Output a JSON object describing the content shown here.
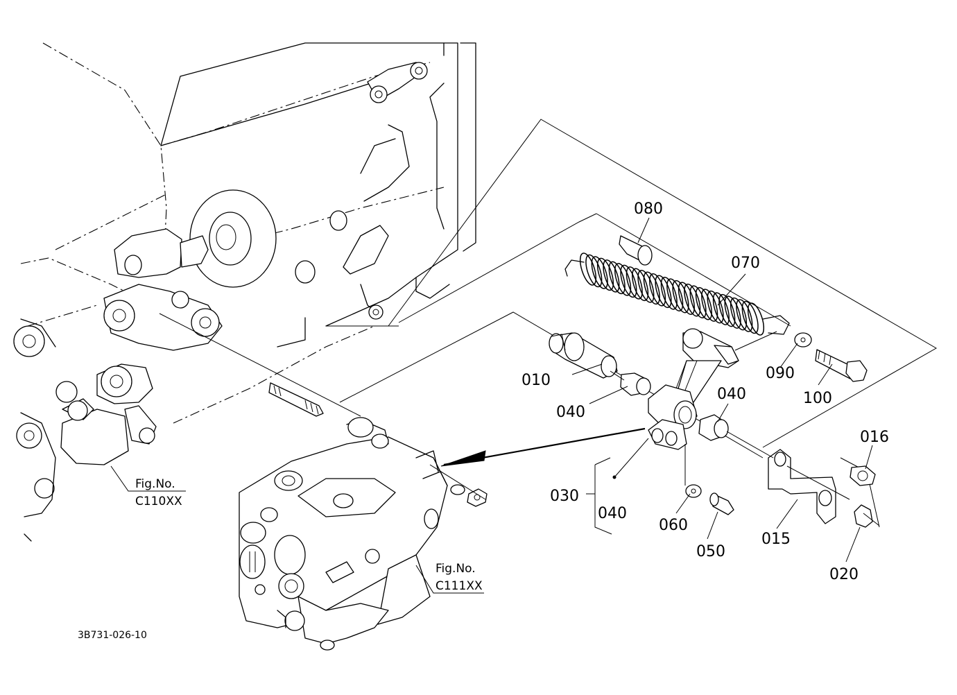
{
  "drawing_code": "3B731-026-10",
  "parts": [
    {
      "id": "part-080",
      "label": "080"
    },
    {
      "id": "part-070",
      "label": "070"
    },
    {
      "id": "part-010",
      "label": "010"
    },
    {
      "id": "part-040a",
      "label": "040"
    },
    {
      "id": "part-040b",
      "label": "040"
    },
    {
      "id": "part-090",
      "label": "090"
    },
    {
      "id": "part-100",
      "label": "100"
    },
    {
      "id": "part-016",
      "label": "016"
    },
    {
      "id": "part-030",
      "label": "030"
    },
    {
      "id": "part-040c",
      "label": "040"
    },
    {
      "id": "part-060",
      "label": "060"
    },
    {
      "id": "part-050",
      "label": "050"
    },
    {
      "id": "part-015",
      "label": "015"
    },
    {
      "id": "part-020",
      "label": "020"
    }
  ],
  "references": [
    {
      "id": "ref-c110",
      "title": "Fig.No.",
      "code": "C110XX"
    },
    {
      "id": "ref-c111",
      "title": "Fig.No.",
      "code": "C111XX"
    }
  ]
}
